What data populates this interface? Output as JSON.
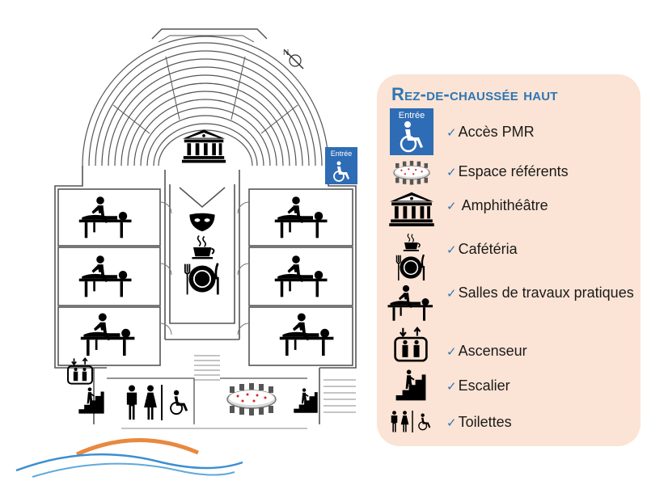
{
  "legend": {
    "title": "Rez-de-chaussée haut",
    "check_mark": "✓",
    "items": [
      {
        "icon": "accessible-entrance-icon",
        "label": "Accès PMR"
      },
      {
        "icon": "meeting-table-icon",
        "label": "Espace référents"
      },
      {
        "icon": "amphitheater-icon",
        "label": "Amphithéâtre"
      },
      {
        "icon": "cafeteria-icon",
        "label": "Cafétéria"
      },
      {
        "icon": "massage-table-icon",
        "label": "Salles de travaux pratiques"
      },
      {
        "icon": "elevator-icon",
        "label": "Ascenseur"
      },
      {
        "icon": "stairs-icon",
        "label": "Escalier"
      },
      {
        "icon": "toilets-icon",
        "label": "Toilettes"
      }
    ]
  },
  "map": {
    "entrance_sign": "Entrée",
    "compass_letter": "N"
  },
  "colors": {
    "legend_background": "#fbe4d5",
    "title_blue": "#2e75b6",
    "entrance_blue": "#2e6cb5",
    "logo_orange": "#e8893f",
    "logo_blue": "#3b8fd0"
  }
}
